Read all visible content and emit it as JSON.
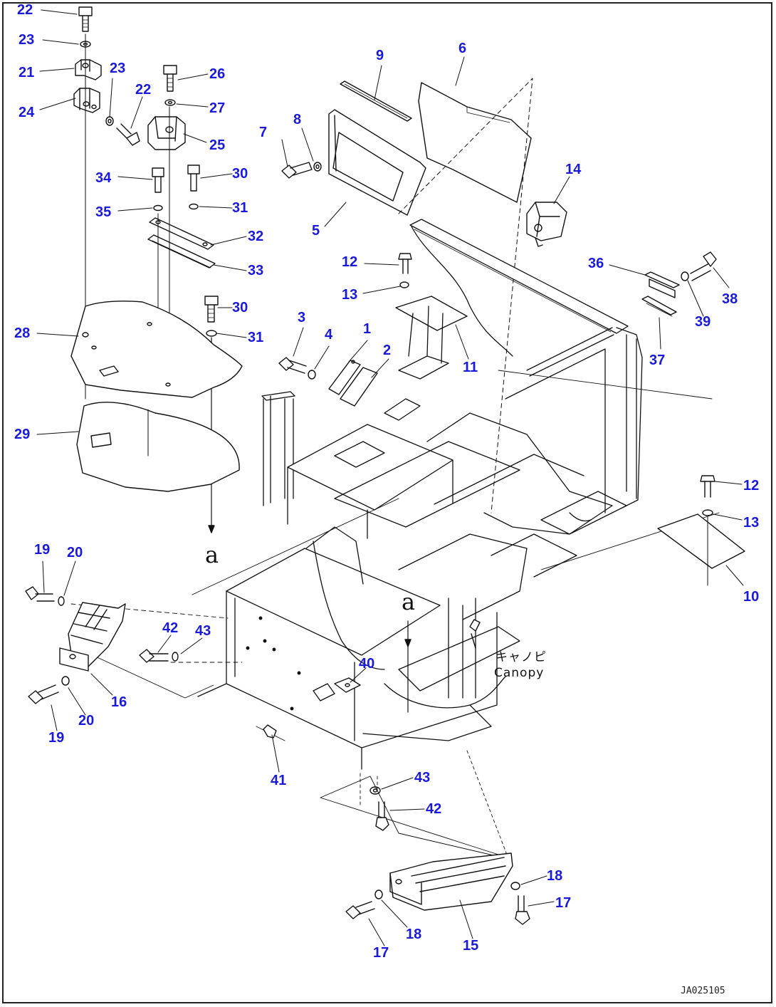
{
  "labels": {
    "l1": "1",
    "l2": "2",
    "l3": "3",
    "l4": "4",
    "l5": "5",
    "l6": "6",
    "l7": "7",
    "l8": "8",
    "l9": "9",
    "l10": "10",
    "l11": "11",
    "l12a": "12",
    "l12b": "12",
    "l13a": "13",
    "l13b": "13",
    "l14": "14",
    "l15": "15",
    "l16": "16",
    "l17a": "17",
    "l17b": "17",
    "l18a": "18",
    "l18b": "18",
    "l19a": "19",
    "l19b": "19",
    "l20a": "20",
    "l20b": "20",
    "l21": "21",
    "l22a": "22",
    "l22b": "22",
    "l23a": "23",
    "l23b": "23",
    "l24": "24",
    "l25": "25",
    "l26": "26",
    "l27": "27",
    "l28": "28",
    "l29": "29",
    "l30a": "30",
    "l30b": "30",
    "l31a": "31",
    "l31b": "31",
    "l32": "32",
    "l33": "33",
    "l34": "34",
    "l35": "35",
    "l36": "36",
    "l37": "37",
    "l38": "38",
    "l39": "39",
    "l40": "40",
    "l41": "41",
    "l42a": "42",
    "l42b": "42",
    "l43a": "43",
    "l43b": "43"
  },
  "refs": {
    "a_left": "a",
    "a_center": "a"
  },
  "notes": {
    "canopy_jp": "キャノピ",
    "canopy_en": "Canopy"
  },
  "drawing_code": "JA025105",
  "colors": {
    "label": "#1a1adc",
    "line": "#111111"
  }
}
